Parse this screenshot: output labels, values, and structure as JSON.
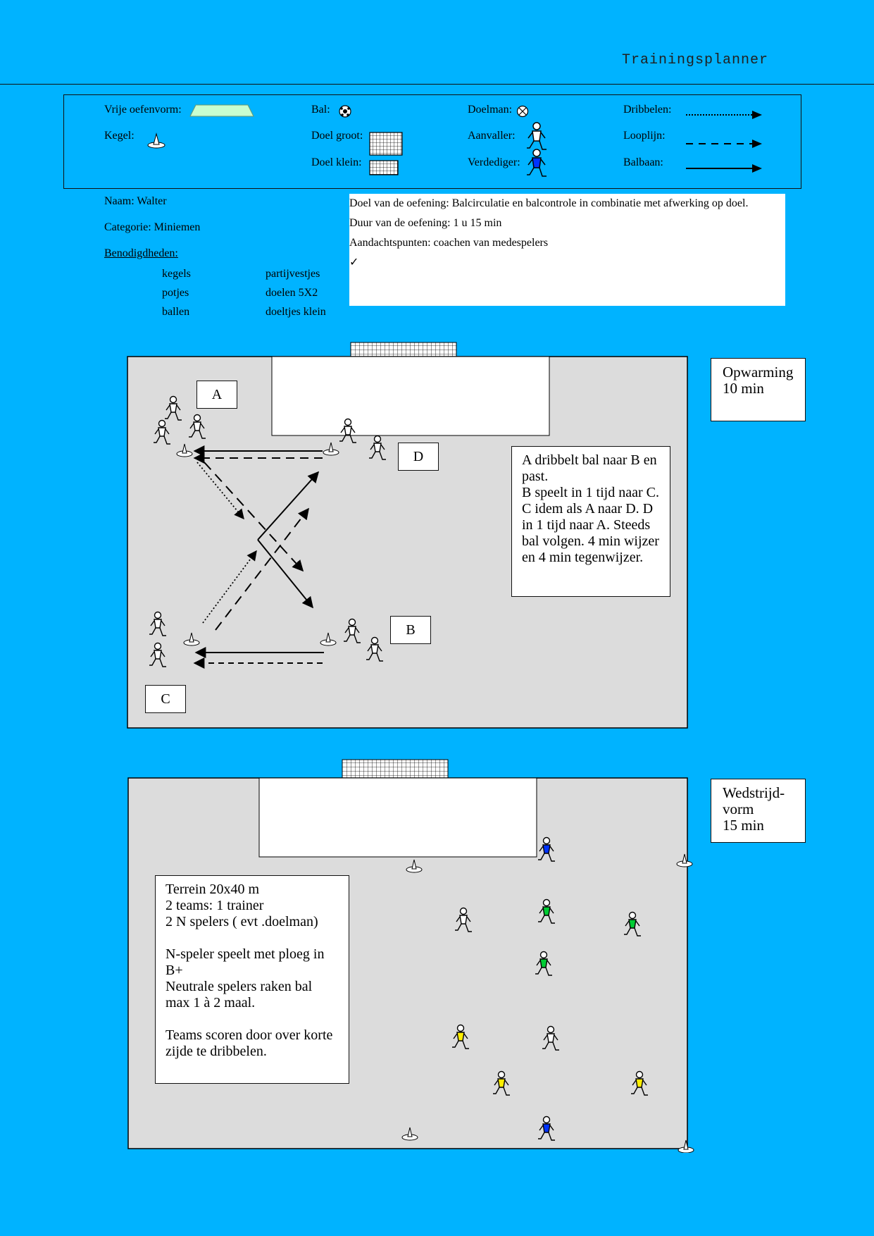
{
  "header": {
    "title": "Trainingsplanner"
  },
  "legend": {
    "free_form": "Vrije oefenvorm:",
    "ball": "Bal:",
    "goalkeeper": "Doelman:",
    "dribble": "Dribbelen:",
    "cone": "Kegel:",
    "goal_large": "Doel groot:",
    "attacker": "Aanvaller:",
    "run_line": "Looplijn:",
    "goal_small": "Doel klein:",
    "defender": "Verdediger:",
    "ball_path": "Balbaan:"
  },
  "info": {
    "name": "Naam: Walter",
    "category": "Categorie: Miniemen",
    "equipment_title": "Benodigdheden: ",
    "equipment": [
      "kegels",
      "partijvestjes",
      "potjes",
      "doelen 5X2",
      "ballen",
      "doeltjes klein"
    ]
  },
  "goal": {
    "objective": "Doel van de oefening:  Balcirculatie en balcontrole  in combinatie met afwerking op doel.",
    "duration": "Duur van de oefening: 1 u 15 min",
    "focus": "Aandachtspunten: coachen van medespelers",
    "check": "✓"
  },
  "exercise1": {
    "side_label": "Opwarming\n10 min",
    "labels": [
      "A",
      "D",
      "B",
      "C"
    ],
    "description": "A dribbelt bal naar B en past.\nB speelt in 1 tijd naar C. C idem als A naar D.  D in 1 tijd naar A. Steeds bal volgen. 4 min wijzer en 4 min tegenwijzer."
  },
  "exercise2": {
    "side_label": "Wedstrijd-\nvorm\n15 min",
    "description": "Terrein 20x40 m\n2 teams: 1 trainer\n2 N spelers ( evt .doelman)\n\nN-speler speelt met ploeg in B+\nNeutrale spelers raken bal max 1 à 2 maal.\n\nTeams scoren door over korte zijde te dribbelen."
  },
  "colors": {
    "background": "#00b3ff",
    "field": "#dcdcdc",
    "free_form": "#c8ffd0",
    "team_green": "#00cc33",
    "team_yellow": "#ffee00",
    "neutral_blue": "#0033ff"
  }
}
